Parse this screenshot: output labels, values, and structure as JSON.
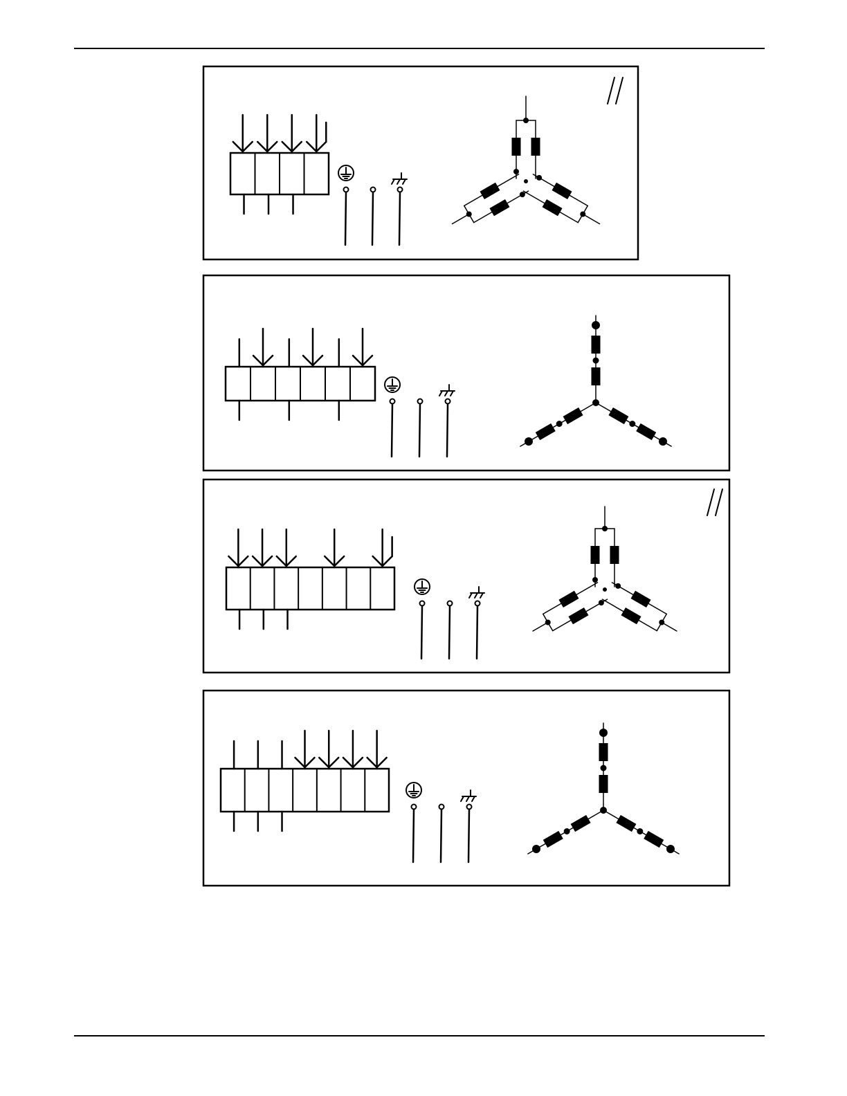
{
  "page": {
    "background": "#ffffff",
    "ink": "#000000"
  },
  "panels": [
    {
      "id": "panel-1",
      "parallel_mark": true,
      "terminal_block_cells": 4,
      "top_arrow_cells": [
        0,
        1,
        2,
        3
      ],
      "plain_top_cells": [],
      "bottom_lead_cells": [
        0,
        1,
        2
      ],
      "ground_symbols": [
        "protective-earth-icon",
        "terminal-icon",
        "chassis-ground-icon"
      ],
      "winding_connection": "star-parallel"
    },
    {
      "id": "panel-2",
      "parallel_mark": false,
      "terminal_block_cells": 6,
      "top_arrow_cells": [
        1,
        3,
        5
      ],
      "plain_top_cells": [
        0,
        2,
        4
      ],
      "bottom_lead_cells": [
        0,
        2,
        4
      ],
      "ground_symbols": [
        "protective-earth-icon",
        "terminal-icon",
        "chassis-ground-icon"
      ],
      "winding_connection": "star-series"
    },
    {
      "id": "panel-3",
      "parallel_mark": true,
      "terminal_block_cells": 7,
      "top_arrow_cells": [
        0,
        1,
        2,
        4,
        6
      ],
      "plain_top_cells": [],
      "bottom_lead_cells": [
        0,
        1,
        2
      ],
      "ground_symbols": [
        "protective-earth-icon",
        "terminal-icon",
        "chassis-ground-icon"
      ],
      "winding_connection": "star-parallel"
    },
    {
      "id": "panel-4",
      "parallel_mark": false,
      "terminal_block_cells": 7,
      "top_arrow_cells": [
        3,
        4,
        5,
        6
      ],
      "plain_top_cells": [
        0,
        1,
        2
      ],
      "bottom_lead_cells": [
        0,
        1,
        2
      ],
      "ground_symbols": [
        "protective-earth-icon",
        "terminal-icon",
        "chassis-ground-icon"
      ],
      "winding_connection": "star-series"
    }
  ]
}
